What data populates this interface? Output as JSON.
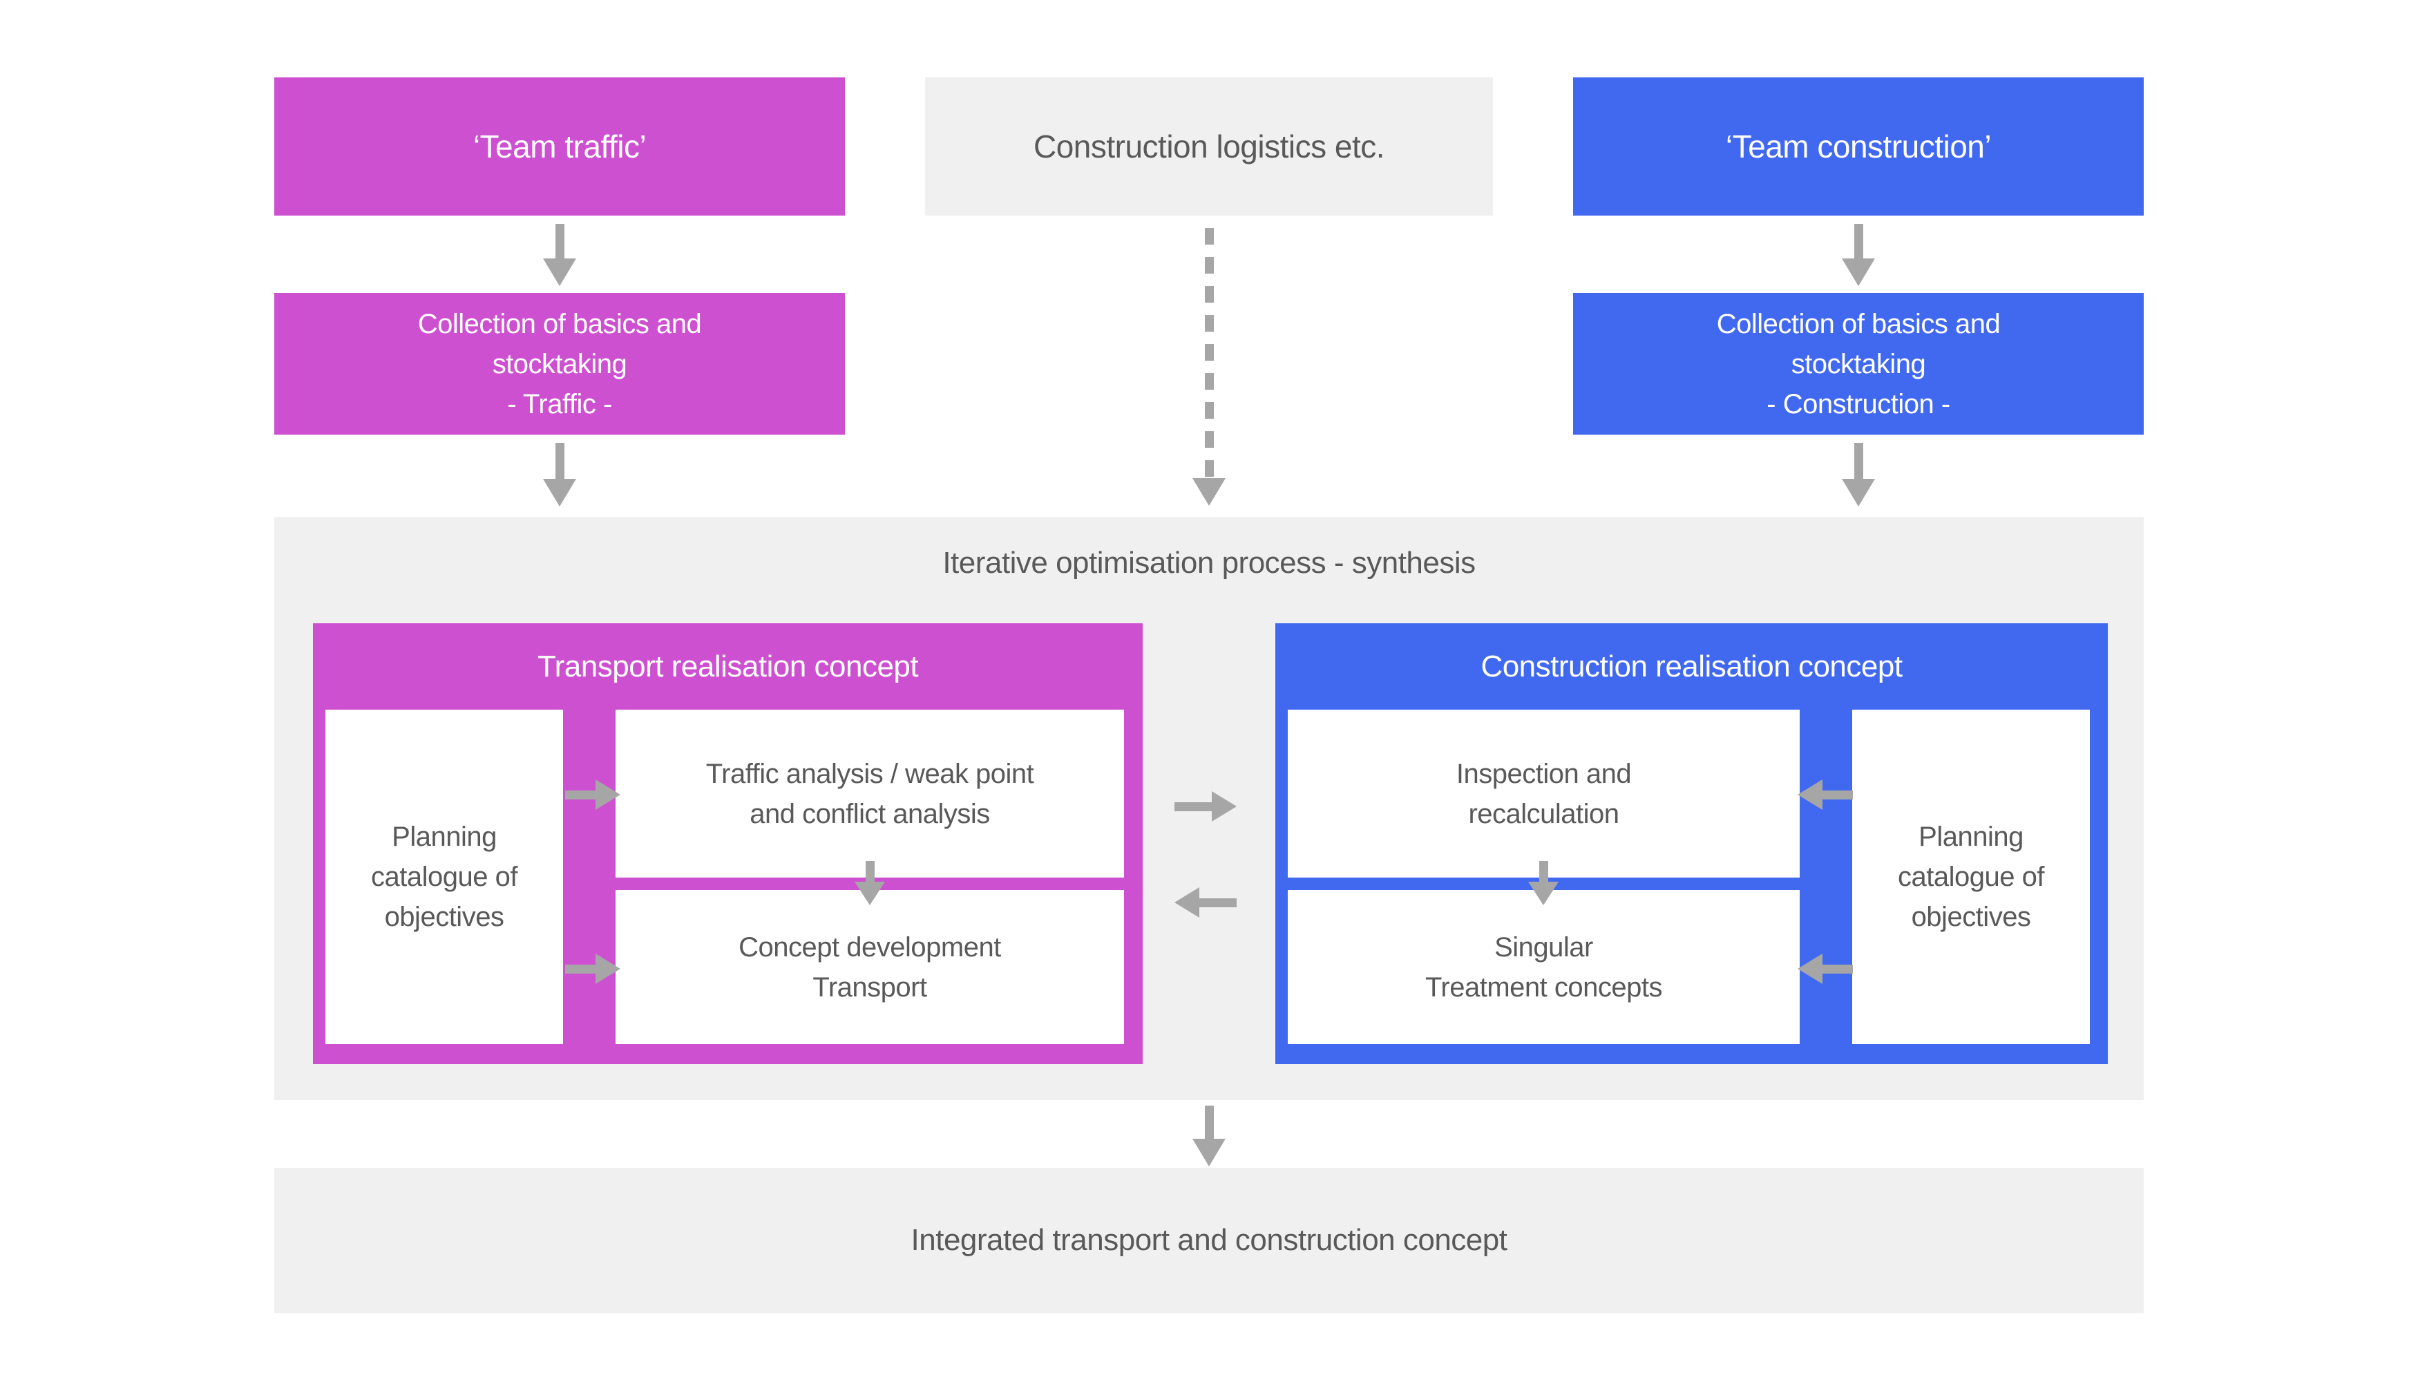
{
  "colors": {
    "magenta": "#cd50d0",
    "blue": "#4169f0",
    "panel_gray": "#f0f0f0",
    "arrow_gray": "#a6a6a6",
    "text_gray": "#595959",
    "white": "#ffffff"
  },
  "top_row": {
    "team_traffic": {
      "label": "‘Team traffic’"
    },
    "construction_logistics": {
      "label": "Construction logistics etc."
    },
    "team_construction": {
      "label": "‘Team construction’"
    }
  },
  "collection_row": {
    "traffic": {
      "lines": [
        "Collection of basics and",
        "stocktaking",
        "- Traffic -"
      ]
    },
    "construction": {
      "lines": [
        "Collection of basics and",
        "stocktaking",
        "- Construction -"
      ]
    }
  },
  "synthesis": {
    "title": "Iterative optimisation process - synthesis",
    "transport": {
      "header": "Transport realisation concept",
      "planning": {
        "lines": [
          "Planning",
          "catalogue of",
          "objectives"
        ]
      },
      "traffic_analysis": {
        "lines": [
          "Traffic analysis / weak point",
          "and conflict analysis"
        ]
      },
      "concept_development": {
        "lines": [
          "Concept development",
          "Transport"
        ]
      }
    },
    "construction": {
      "header": "Construction realisation concept",
      "inspection": {
        "lines": [
          "Inspection and",
          "recalculation"
        ]
      },
      "singular": {
        "lines": [
          "Singular",
          "Treatment concepts"
        ]
      },
      "planning": {
        "lines": [
          "Planning",
          "catalogue of",
          "objectives"
        ]
      }
    }
  },
  "bottom": {
    "label": "Integrated transport and construction concept"
  }
}
